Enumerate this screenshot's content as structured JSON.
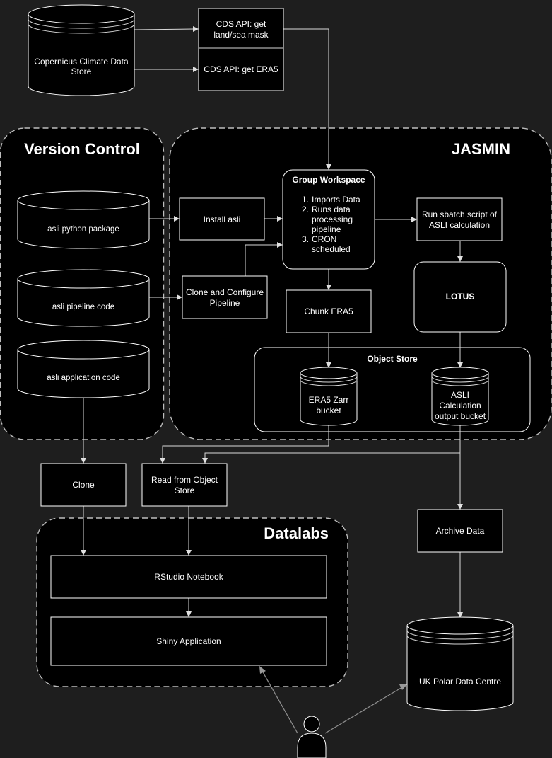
{
  "groups": {
    "version_control": "Version Control",
    "jasmin": "JASMIN",
    "datalabs": "Datalabs",
    "object_store": "Object Store"
  },
  "copernicus": [
    "Copernicus Climate Data",
    "Store"
  ],
  "cds_mask": [
    "CDS API: get",
    "land/sea mask"
  ],
  "cds_era5": "CDS API: get ERA5",
  "asli_python": "asli python package",
  "asli_pipeline": "asli pipeline code",
  "asli_app": "asli application code",
  "install_asli": "Install asli",
  "clone_configure": [
    "Clone and Configure",
    "Pipeline"
  ],
  "group_workspace": {
    "title": "Group Workspace",
    "items": [
      {
        "num": "1.",
        "lines": [
          "Imports Data"
        ]
      },
      {
        "num": "2.",
        "lines": [
          "Runs data",
          "processing",
          "pipeline"
        ]
      },
      {
        "num": "3.",
        "lines": [
          "CRON",
          "scheduled"
        ]
      }
    ]
  },
  "sbatch": [
    "Run sbatch script of",
    "ASLI calculation"
  ],
  "lotus": "LOTUS",
  "chunk_era5": "Chunk ERA5",
  "era5_zarr": [
    "ERA5 Zarr",
    "bucket"
  ],
  "asli_output": [
    "ASLI",
    "Calculation",
    "output bucket"
  ],
  "clone": "Clone",
  "read_object_store": [
    "Read from Object",
    "Store"
  ],
  "archive_data": "Archive Data",
  "rstudio": "RStudio Notebook",
  "shiny": "Shiny Application",
  "uk_polar": "UK Polar Data Centre"
}
